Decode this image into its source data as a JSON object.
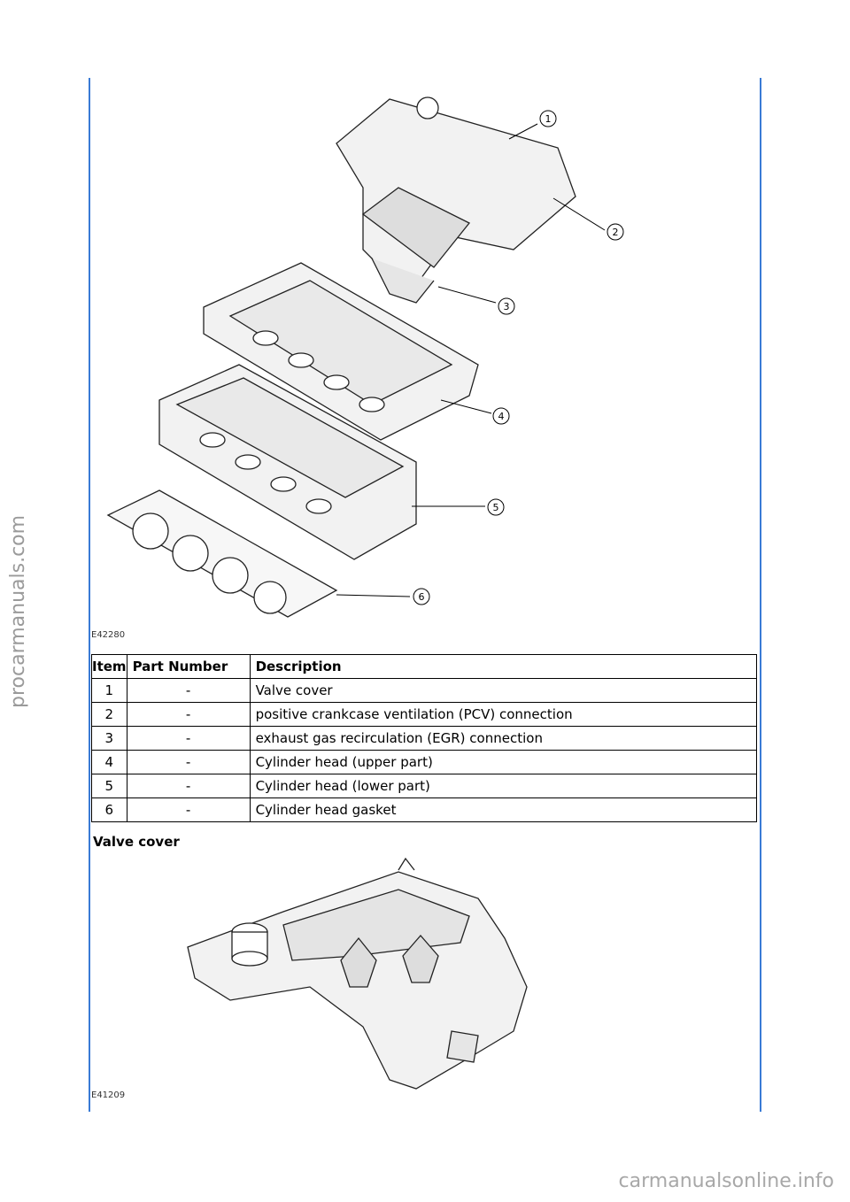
{
  "figure1": {
    "code": "E42280",
    "callouts": [
      "1",
      "2",
      "3",
      "4",
      "5",
      "6"
    ]
  },
  "table": {
    "headers": {
      "item": "Item",
      "part": "Part Number",
      "desc": "Description"
    },
    "rows": [
      {
        "item": "1",
        "part": "-",
        "desc": "Valve cover"
      },
      {
        "item": "2",
        "part": "-",
        "desc": "positive crankcase ventilation (PCV) connection"
      },
      {
        "item": "3",
        "part": "-",
        "desc": "exhaust gas recirculation (EGR) connection"
      },
      {
        "item": "4",
        "part": "-",
        "desc": "Cylinder head (upper part)"
      },
      {
        "item": "5",
        "part": "-",
        "desc": "Cylinder head (lower part)"
      },
      {
        "item": "6",
        "part": "-",
        "desc": "Cylinder head gasket"
      }
    ]
  },
  "section": {
    "title": "Valve cover"
  },
  "figure2": {
    "code": "E41209"
  },
  "watermarks": {
    "side": "procarmanuals.com",
    "bottom": "carmanualsonline.info"
  }
}
